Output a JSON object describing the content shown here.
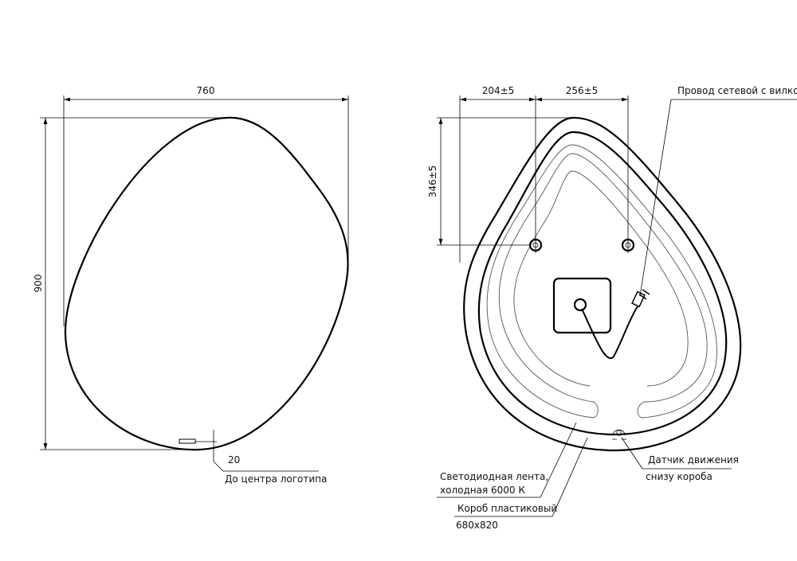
{
  "left_view": {
    "width_dim": "760",
    "height_dim": "900",
    "logo_offset_dim": "20",
    "logo_note": "До центра логотипа"
  },
  "right_view": {
    "dim_left_hole": "204±5",
    "dim_between_holes": "256±5",
    "dim_hole_height": "346±5",
    "cable_label": "Провод сетевой с вилкой",
    "led_label_line1": "Светодиодная лента,",
    "led_label_line2": "холодная 6000 К",
    "box_label_line1": "Короб пластиковый",
    "box_label_line2": "680x820",
    "sensor_label_line1": "Датчик движения",
    "sensor_label_line2": "снизу короба"
  }
}
